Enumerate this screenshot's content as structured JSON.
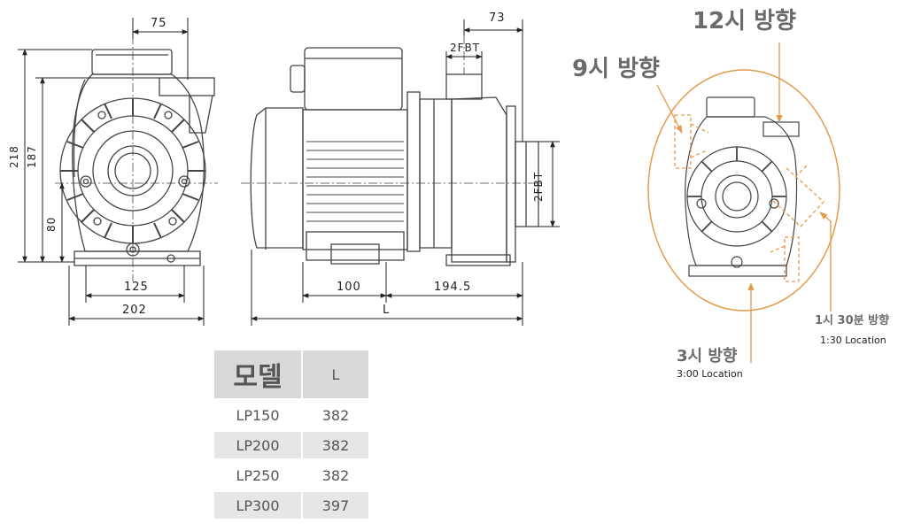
{
  "drawing": {
    "front_view": {
      "dim_top": "75",
      "dim_height_total": "218",
      "dim_height_outlet": "187",
      "dim_height_axis": "80",
      "dim_base_inner": "125",
      "dim_base_outer": "202"
    },
    "side_view": {
      "dim_top": "73",
      "port_top": "2FBT",
      "port_side": "2FBT",
      "dim_base_left": "100",
      "dim_base_right": "194.5",
      "dim_length": "L"
    }
  },
  "orientation": {
    "loc_12": "12시 방향",
    "loc_9": "9시 방향",
    "loc_130": "1시 30분 방향",
    "loc_130_en": "1:30 Location",
    "loc_3": "3시 방향",
    "loc_3_en": "3:00 Location",
    "accent_color": "#e39a4a"
  },
  "model_table": {
    "headers": [
      "모델",
      "L"
    ],
    "rows": [
      {
        "model": "LP150",
        "L": "382"
      },
      {
        "model": "LP200",
        "L": "382"
      },
      {
        "model": "LP250",
        "L": "382"
      },
      {
        "model": "LP300",
        "L": "397"
      }
    ]
  }
}
